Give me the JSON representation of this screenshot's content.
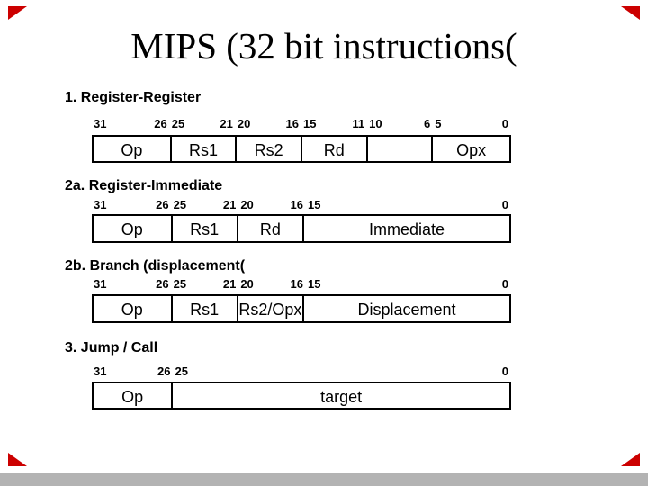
{
  "slide": {
    "title": "MIPS (32 bit instructions(",
    "decorations": {
      "corner_triangle_color": "#cc0000",
      "bottom_bar_color": "#b3b3b3"
    },
    "sections": [
      {
        "heading": "1. Register-Register",
        "fields": [
          {
            "label": "Op",
            "bits": 6,
            "high": "31",
            "low": "26"
          },
          {
            "label": "Rs1",
            "bits": 5,
            "high": "25",
            "low": "21"
          },
          {
            "label": "Rs2",
            "bits": 5,
            "high": "20",
            "low": "16"
          },
          {
            "label": "Rd",
            "bits": 5,
            "high": "15",
            "low": "11"
          },
          {
            "label": "",
            "bits": 5,
            "high": "10",
            "low": "6"
          },
          {
            "label": "Opx",
            "bits": 6,
            "high": "5",
            "low": "0"
          }
        ]
      },
      {
        "heading": "2a. Register-Immediate",
        "fields": [
          {
            "label": "Op",
            "bits": 6,
            "high": "31",
            "low": "26"
          },
          {
            "label": "Rs1",
            "bits": 5,
            "high": "25",
            "low": "21"
          },
          {
            "label": "Rd",
            "bits": 5,
            "high": "20",
            "low": "16"
          },
          {
            "label": "Immediate",
            "bits": 16,
            "high": "15",
            "low": "0"
          }
        ]
      },
      {
        "heading": "2b. Branch (displacement(",
        "fields": [
          {
            "label": "Op",
            "bits": 6,
            "high": "31",
            "low": "26"
          },
          {
            "label": "Rs1",
            "bits": 5,
            "high": "25",
            "low": "21"
          },
          {
            "label": "Rs2/Opx",
            "bits": 5,
            "high": "20",
            "low": "16"
          },
          {
            "label": "Displacement",
            "bits": 16,
            "high": "15",
            "low": "0"
          }
        ]
      },
      {
        "heading": "3. Jump / Call",
        "fields": [
          {
            "label": "Op",
            "bits": 6,
            "high": "31",
            "low": "26"
          },
          {
            "label": "target",
            "bits": 26,
            "high": "25",
            "low": "0"
          }
        ]
      }
    ]
  }
}
